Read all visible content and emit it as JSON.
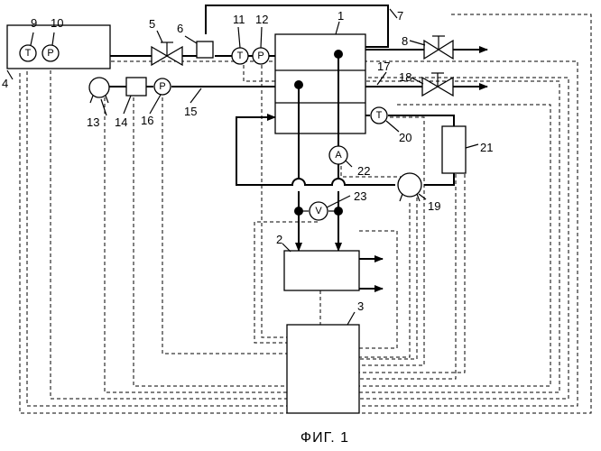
{
  "caption": "ФИГ. 1",
  "gauge_letters": {
    "temperature": "T",
    "pressure": "P",
    "ammeter": "A",
    "voltmeter": "V"
  },
  "refs": {
    "r1": "1",
    "r2": "2",
    "r3": "3",
    "r4": "4",
    "r5": "5",
    "r6": "6",
    "r7": "7",
    "r8": "8",
    "r9": "9",
    "r10": "10",
    "r11": "11",
    "r12": "12",
    "r13": "13",
    "r14": "14",
    "r15": "15",
    "r16": "16",
    "r17": "17",
    "r18": "18",
    "r19": "19",
    "r20": "20",
    "r21": "21",
    "r22": "22",
    "r23": "23"
  }
}
